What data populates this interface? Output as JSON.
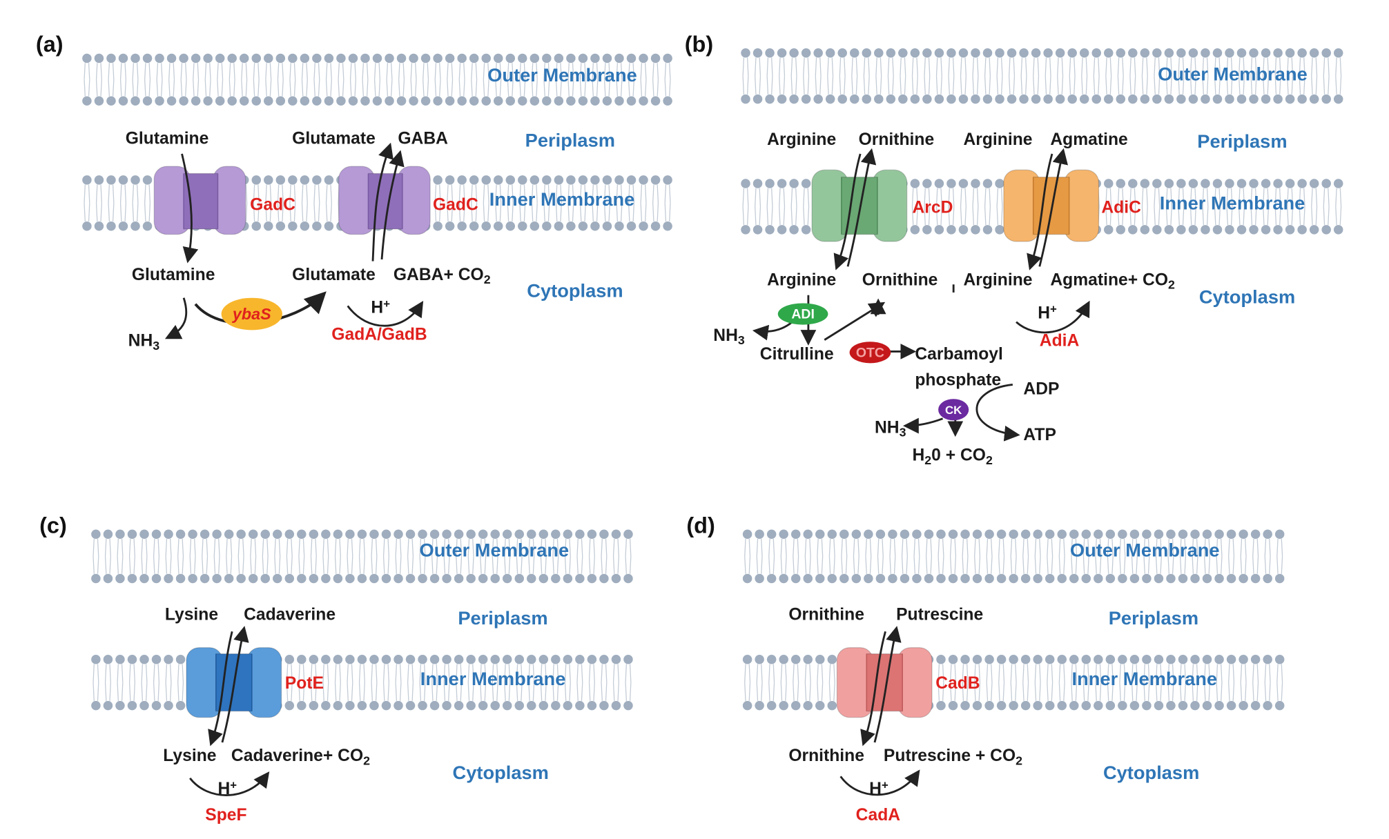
{
  "colors": {
    "lipid_head": "#9fadbe",
    "lipid_tail": "#c4ccd6",
    "gadc": "#b59ad6",
    "gadc_dark": "#8f6fba",
    "arcd": "#94c69c",
    "arcd_dark": "#6aa874",
    "adic": "#f6b56c",
    "adic_dark": "#e69a44",
    "pote": "#5b9ddb",
    "pote_dark": "#2f74bf",
    "cadb": "#f1a0a0",
    "cadb_dark": "#dc7474",
    "ybas": "#f8b62c",
    "adi": "#2fa84a",
    "otc": "#c4181b",
    "ck": "#6b2aa0"
  },
  "panels": {
    "a": {
      "label": "(a)",
      "outer_membrane": "Outer Membrane",
      "periplasm": "Periplasm",
      "inner_membrane": "Inner Membrane",
      "cytoplasm": "Cytoplasm",
      "t1_name": "GadC",
      "t2_name": "GadC",
      "t1_top": "Glutamine",
      "t1_bottom": "Glutamine",
      "t2_top_left": "Glutamate",
      "t2_top_right": "GABA",
      "t2_bottom_left": "Glutamate",
      "t2_bottom_right": "GABA+ CO",
      "co2_sub": "2",
      "nh3": "NH",
      "nh3_sub": "3",
      "ybas": "ybaS",
      "h_plus": "H",
      "plus": "+",
      "enzyme": "GadA/GadB"
    },
    "b": {
      "label": "(b)",
      "outer_membrane": "Outer Membrane",
      "periplasm": "Periplasm",
      "inner_membrane": "Inner Membrane",
      "cytoplasm": "Cytoplasm",
      "t1_name": "ArcD",
      "t2_name": "AdiC",
      "t1_top_left": "Arginine",
      "t1_top_right": "Ornithine",
      "t2_top_left": "Arginine",
      "t2_top_right": "Agmatine",
      "t1_bottom_left": "Arginine",
      "t1_bottom_right": "Ornithine",
      "t2_bottom_left": "Arginine",
      "t2_bottom_right": "Agmatine+ CO",
      "co2_sub": "2",
      "adi": "ADI",
      "otc": "OTC",
      "ck": "CK",
      "nh3": "NH",
      "nh3_sub": "3",
      "citrulline": "Citrulline",
      "carbamoyl": "Carbamoyl",
      "phosphate": "phosphate",
      "adp": "ADP",
      "atp": "ATP",
      "h2o_a": "H",
      "h2o_sub": "2",
      "h2o_b": "0 + CO",
      "h_plus": "H",
      "plus": "+",
      "enzyme": "AdiA"
    },
    "c": {
      "label": "(c)",
      "outer_membrane": "Outer Membrane",
      "periplasm": "Periplasm",
      "inner_membrane": "Inner Membrane",
      "cytoplasm": "Cytoplasm",
      "t1_name": "PotE",
      "top_left": "Lysine",
      "top_right": "Cadaverine",
      "bottom_left": "Lysine",
      "bottom_right": "Cadaverine+ CO",
      "co2_sub": "2",
      "h_plus": "H",
      "plus": "+",
      "enzyme": "SpeF"
    },
    "d": {
      "label": "(d)",
      "outer_membrane": "Outer Membrane",
      "periplasm": "Periplasm",
      "inner_membrane": "Inner Membrane",
      "cytoplasm": "Cytoplasm",
      "t1_name": "CadB",
      "top_left": "Ornithine",
      "top_right": "Putrescine",
      "bottom_left": "Ornithine",
      "bottom_right": "Putrescine + CO",
      "co2_sub": "2",
      "h_plus": "H",
      "plus": "+",
      "enzyme": "CadA"
    }
  }
}
